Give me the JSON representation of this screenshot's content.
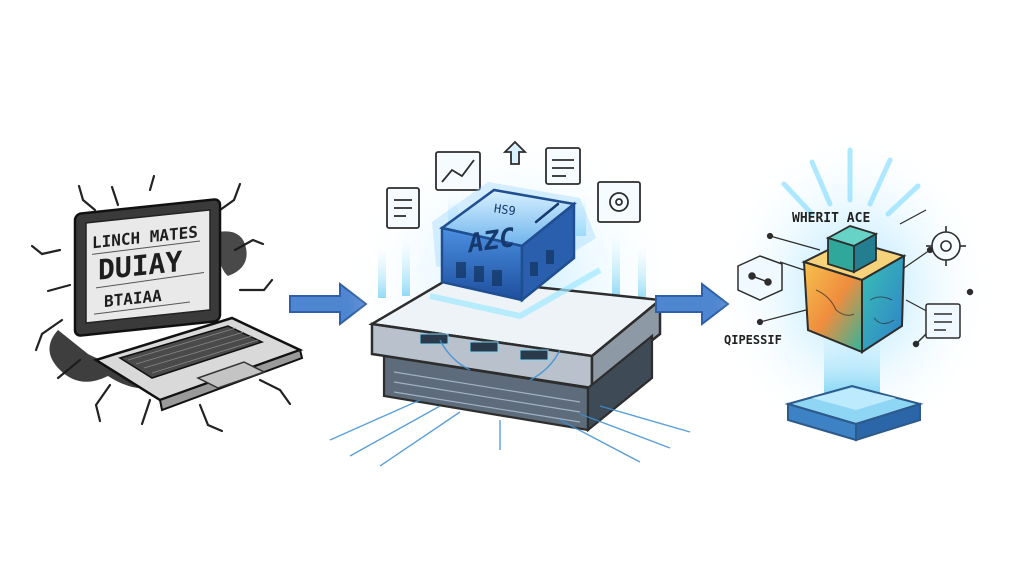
{
  "stages": [
    {
      "id": "messy-data",
      "screen_lines": [
        "LINCH MATES",
        "DUIAY",
        "BTAIAA"
      ]
    },
    {
      "id": "ai-processor",
      "core_label": "AZC",
      "side_label": "HS9"
    },
    {
      "id": "insight-cube",
      "top_label": "WHERIT ACE",
      "side_label": "QIPESSIF"
    }
  ],
  "colors": {
    "ink": "#2b2b2b",
    "arrow": "#3f78c6",
    "glow": "#7fd4f5",
    "core_blue": "#2f6fd0",
    "cube_orange": "#f2a64a",
    "cube_teal": "#35b9a3",
    "base_gray": "#b9c2cc"
  },
  "icons": [
    "document-icon",
    "chart-icon",
    "upload-arrow-icon",
    "image-icon",
    "network-icon",
    "gear-icon",
    "settings-panel-icon"
  ]
}
